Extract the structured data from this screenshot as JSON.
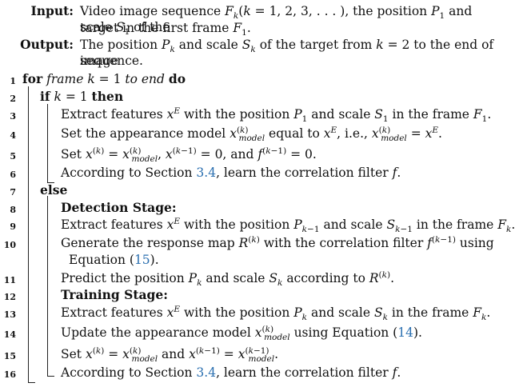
{
  "input": {
    "label": "Input:",
    "line1": "Video image sequence F_k(k = 1, 2, 3, . . . ), the position P_1 and scale S_1 of the",
    "line2": "target in the first frame F_1."
  },
  "output": {
    "label": "Output:",
    "line1": "The position P_k and scale S_k of the target from k = 2 to the end of image",
    "line2": "sequence."
  },
  "lines": [
    {
      "n": "1",
      "text": "for frame k = 1 to end do"
    },
    {
      "n": "2",
      "text": "if k = 1 then"
    },
    {
      "n": "3",
      "text": "Extract features x^E with the position P_1 and scale S_1 in the frame F_1."
    },
    {
      "n": "4",
      "text": "Set the appearance model x^(k)_model equal to x^E, i.e., x^(k)_model = x^E."
    },
    {
      "n": "5",
      "text": "Set x^(k) = x^(k)_model, x^(k−1) = 0, and f^(k−1) = 0."
    },
    {
      "n": "6",
      "text": "According to Section 3.4, learn the correlation filter f."
    },
    {
      "n": "7",
      "text": "else"
    },
    {
      "n": "8",
      "text": "Detection Stage:"
    },
    {
      "n": "9",
      "text": "Extract features x^E with the position P_k−1 and scale S_k−1 in the frame F_k."
    },
    {
      "n": "10",
      "text": "Generate the response map R^(k) with the correlation filter f^(k−1) using Equation (15)."
    },
    {
      "n": "11",
      "text": "Predict the position P_k and scale S_k according to R^(k)."
    },
    {
      "n": "12",
      "text": "Training Stage:"
    },
    {
      "n": "13",
      "text": "Extract features x^E with the position P_k and scale S_k in the frame F_k."
    },
    {
      "n": "14",
      "text": "Update the appearance model x^(k)_model using Equation (14)."
    },
    {
      "n": "15",
      "text": "Set x^(k) = x^(k)_model and x^(k−1) = x^(k−1)_model."
    },
    {
      "n": "16",
      "text": "According to Section 3.4, learn the correlation filter f."
    }
  ],
  "words": {
    "for": "for",
    "frame": "frame",
    "to_end": "to end",
    "do": "do",
    "if": "if",
    "then": "then",
    "else": "else",
    "detection": "Detection Stage:",
    "training": "Training Stage:",
    "section_ref": "3.4",
    "eq15": "15",
    "eq14": "14",
    "model": "model"
  },
  "colors": {
    "link": "#2a6fb0",
    "text": "#111111"
  }
}
